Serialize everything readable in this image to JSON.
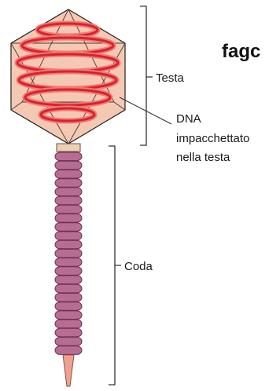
{
  "title": "fagc",
  "labels": {
    "head": "Testa",
    "dna_line1": "DNA",
    "dna_line2": "impacchettato",
    "dna_line3": "nella testa",
    "tail": "Coda"
  },
  "colors": {
    "head_fill": "#f4c9b4",
    "head_edge": "#222222",
    "dna_red": "#d8222b",
    "dna_light": "#f07a76",
    "tail_fill": "#b76d92",
    "tail_edge": "#6e2f52",
    "collar": "#ecd0b4",
    "spike": "#efa18f",
    "bracket": "#333333"
  }
}
